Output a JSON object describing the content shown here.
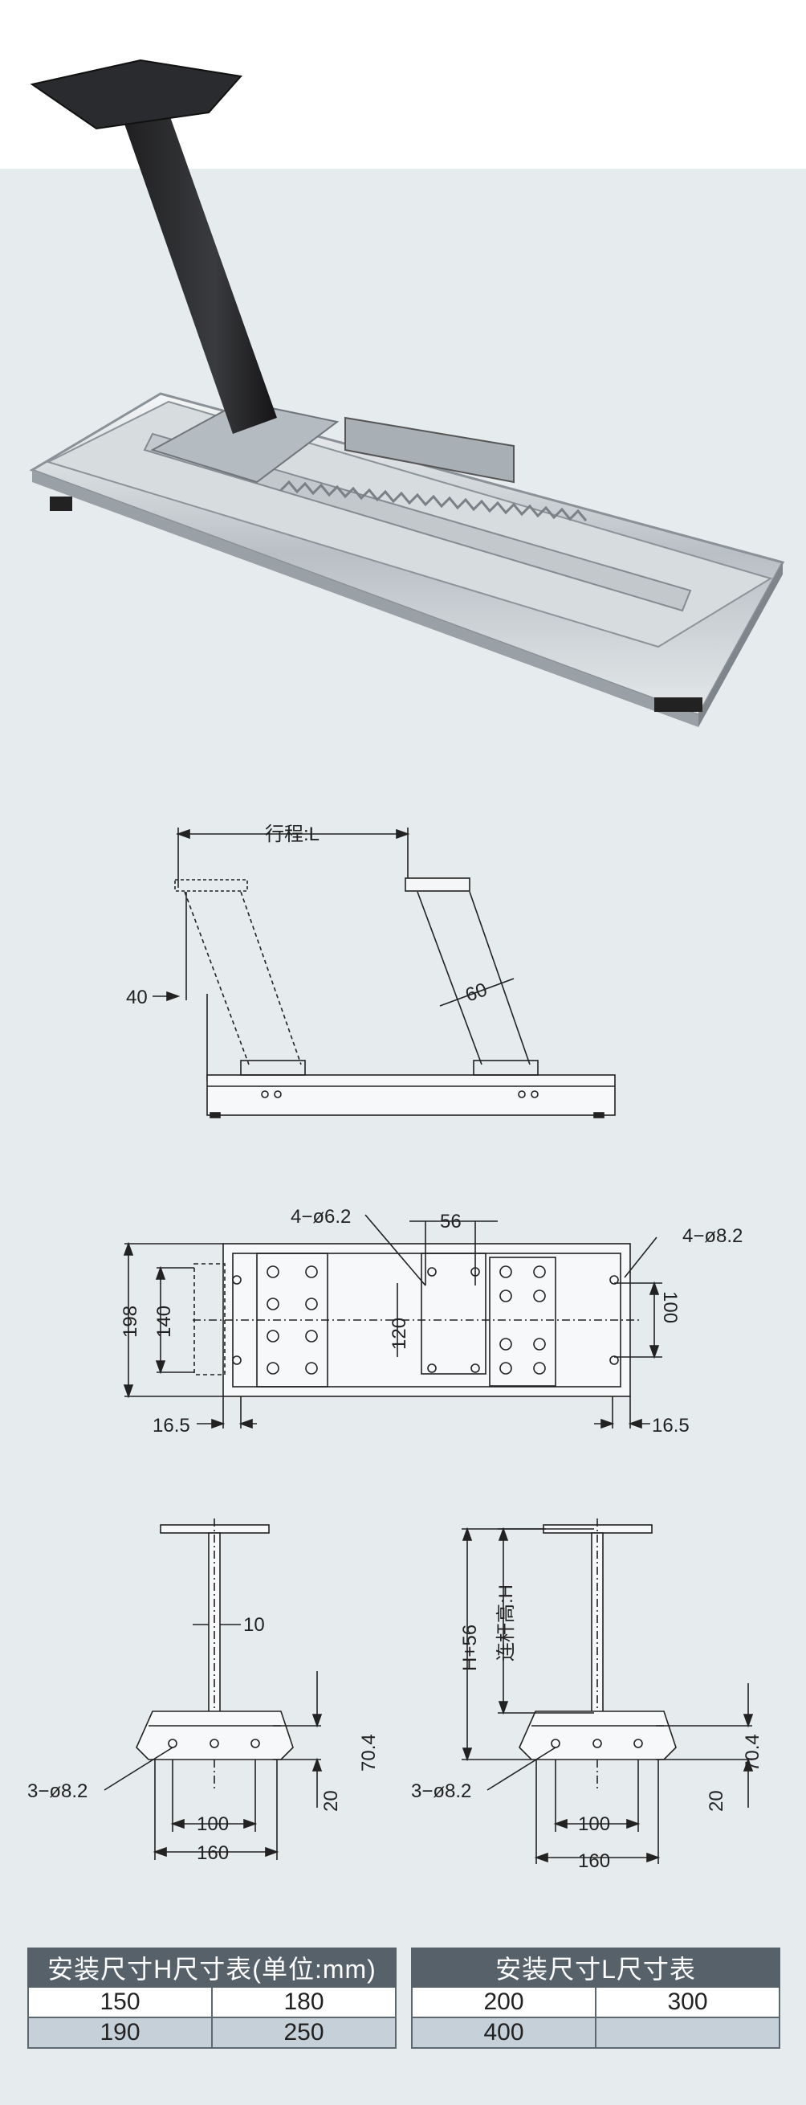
{
  "side_view": {
    "stroke_label": "行程:L",
    "dim_40": "40",
    "dim_60": "60"
  },
  "top_view": {
    "hole_small": "4−ø6.2",
    "dim_56": "56",
    "hole_large": "4−ø8.2",
    "dim_198": "198",
    "dim_140": "140",
    "dim_120": "120",
    "dim_100": "100",
    "dim_16_5_left": "16.5",
    "dim_16_5_right": "16.5"
  },
  "front_view_left": {
    "dim_10": "10",
    "dim_70_4": "70.4",
    "dim_20": "20",
    "holes": "3−ø8.2",
    "dim_100": "100",
    "dim_160": "160"
  },
  "front_view_right": {
    "dim_h56": "H+56",
    "rod_height": "连杆高:H",
    "dim_70_4": "70.4",
    "dim_20": "20",
    "holes": "3−ø8.2",
    "dim_100": "100",
    "dim_160": "160"
  },
  "table_h": {
    "header": "安装尺寸H尺寸表(单位:mm)",
    "rows": [
      [
        "150",
        "180"
      ],
      [
        "190",
        "250"
      ]
    ]
  },
  "table_l": {
    "header": "安装尺寸L尺寸表",
    "rows": [
      [
        "200",
        "300"
      ],
      [
        "400",
        ""
      ]
    ]
  }
}
